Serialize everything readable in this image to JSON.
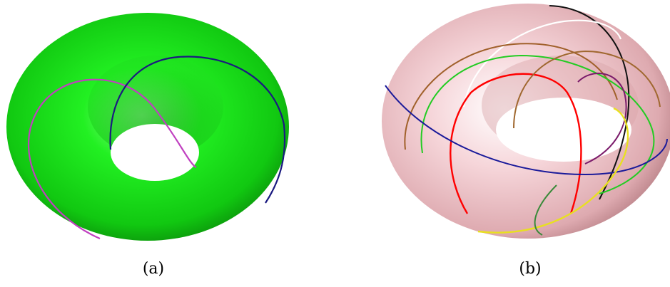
{
  "figure": {
    "panels": [
      {
        "id": "a",
        "caption": "(a)",
        "surface_color": "#1ee81e",
        "curve_colors": [
          "#c040c0",
          "#1a1a80"
        ]
      },
      {
        "id": "b",
        "caption": "(b)",
        "surface_color": "#f2c8cc",
        "curve_colors": [
          "#101010",
          "#ffffff",
          "#a0602a",
          "#22cc22",
          "#ff0000",
          "#1a1a9a",
          "#7a1a6a",
          "#e8e020",
          "#a06830",
          "#3a8a3a"
        ]
      }
    ]
  }
}
